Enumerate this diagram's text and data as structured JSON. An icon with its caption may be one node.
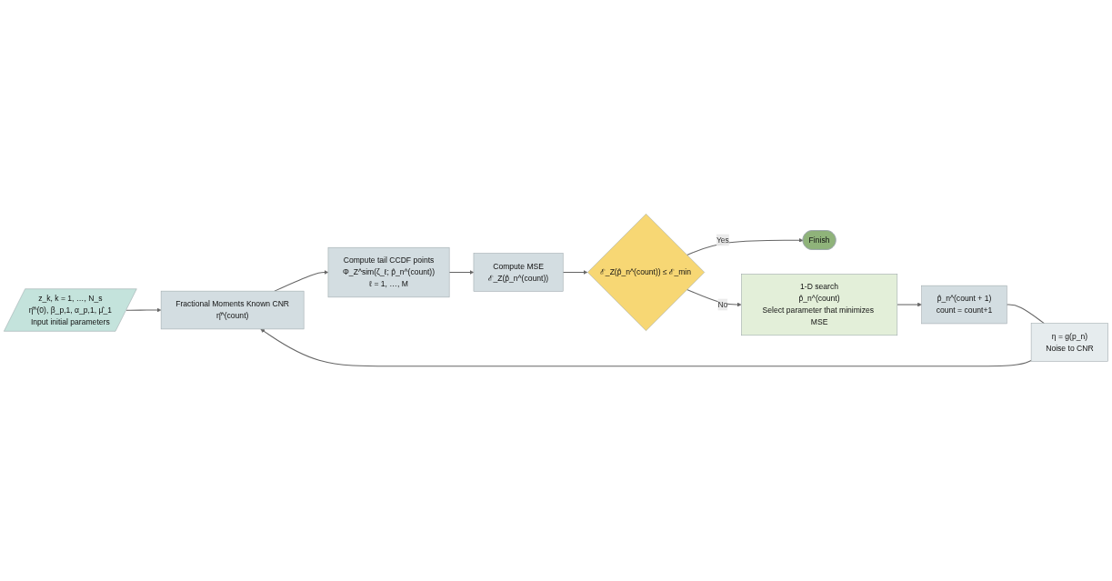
{
  "diagram": {
    "nodes": [
      {
        "text": [
          "z_k, k = 1, …, N_s",
          "η̂^(0), β_p,1, α_p,1, μ̂_1",
          "Input initial parameters"
        ]
      },
      {
        "text": [
          "Fractional Moments Known CNR",
          "η̂^(count)"
        ]
      },
      {
        "text": [
          "Compute tail CCDF points",
          "Φ_Z^sim(ζ_ℓ; p̂_n^(count))",
          "ℓ = 1, …, M"
        ]
      },
      {
        "text": [
          "Compute MSE",
          "ℰ_Z(p̂_n^(count))"
        ]
      },
      {
        "text": [
          "ℰ_Z(p̂_n^(count)) ≤ ℰ_min"
        ]
      },
      {
        "text": [
          "Finish"
        ]
      },
      {
        "text": [
          "1-D search",
          "p̂_n^(count)",
          "Select parameter that minimizes MSE"
        ]
      },
      {
        "text": [
          "p̂_n^(count + 1)",
          "count = count+1"
        ]
      },
      {
        "text": [
          "η = g(p_n)",
          "Noise to CNR"
        ]
      }
    ],
    "edges": [
      {
        "from": 0,
        "to": 1,
        "arrow": "to"
      },
      {
        "from": 1,
        "to": 2,
        "arrow": "to"
      },
      {
        "from": 2,
        "to": 3,
        "arrow": "to"
      },
      {
        "from": 3,
        "to": 4,
        "arrow": "to"
      },
      {
        "from": 4,
        "to": 5,
        "arrow": "to",
        "label": "Yes"
      },
      {
        "from": 4,
        "to": 6,
        "arrow": "to",
        "label": "No"
      },
      {
        "from": 6,
        "to": 7,
        "arrow": "to"
      },
      {
        "from": 7,
        "to": 8,
        "arrow": "none"
      },
      {
        "from": 8,
        "to": 1,
        "arrow": "to"
      }
    ]
  }
}
